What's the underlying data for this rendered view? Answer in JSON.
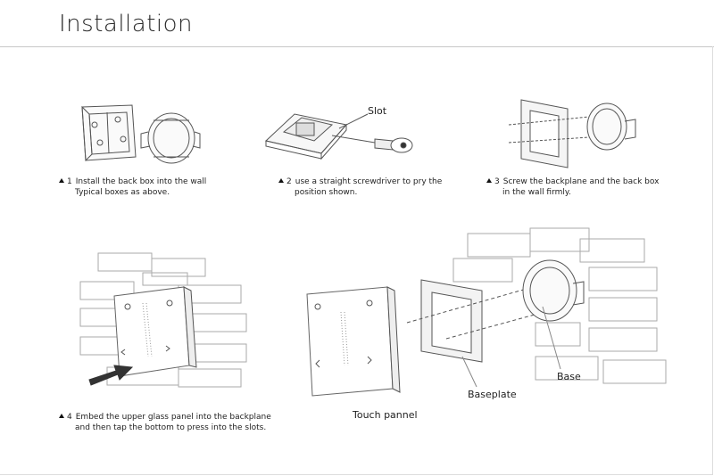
{
  "page": {
    "title": "Installation"
  },
  "steps": [
    {
      "number": "1",
      "line1": "Install the back box into the wall",
      "line2": "Typical boxes as above."
    },
    {
      "number": "2",
      "line1": "use a straight screwdriver to pry the",
      "line2": "position shown."
    },
    {
      "number": "3",
      "line1": "Screw the backplane and the back box",
      "line2": "in the wall firmly."
    },
    {
      "number": "4",
      "line1": "Embed the upper glass panel into the backplane",
      "line2": "and then tap the bottom to press into the slots."
    }
  ],
  "labels": {
    "slot": "Slot",
    "base": "Base",
    "baseplate": "Baseplate",
    "touch_panel": "Touch pannel"
  },
  "icons": {
    "step_marker": "triangle-up-icon",
    "panel_top_left": "light-bulb-icon",
    "panel_top_right": "power-icon",
    "panel_bottom_left": "chevron-left-icon",
    "panel_bottom_right": "chevron-right-icon",
    "arrow": "push-arrow-icon"
  }
}
